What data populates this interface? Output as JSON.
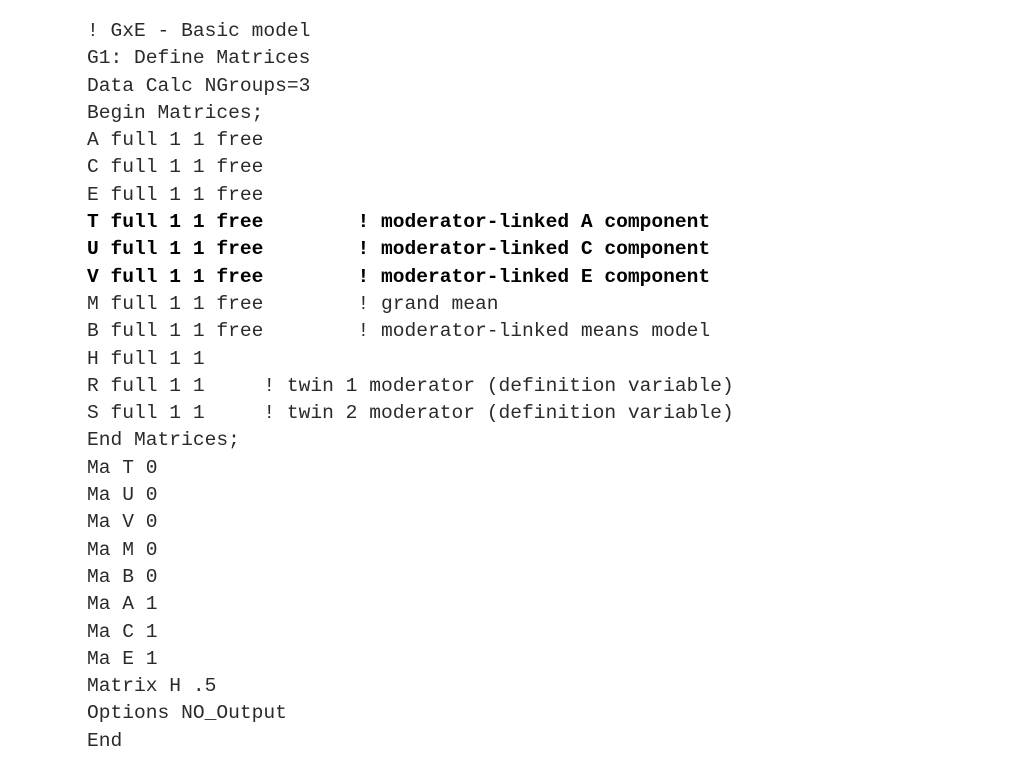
{
  "code": {
    "lines": [
      {
        "text": "! GxE - Basic model",
        "bold": false
      },
      {
        "text": "G1: Define Matrices",
        "bold": false
      },
      {
        "text": "Data Calc NGroups=3",
        "bold": false
      },
      {
        "text": "Begin Matrices;",
        "bold": false
      },
      {
        "text": "A full 1 1 free",
        "bold": false
      },
      {
        "text": "C full 1 1 free",
        "bold": false
      },
      {
        "text": "E full 1 1 free",
        "bold": false
      },
      {
        "text": "T full 1 1 free        ! moderator-linked A component",
        "bold": true
      },
      {
        "text": "U full 1 1 free        ! moderator-linked C component",
        "bold": true
      },
      {
        "text": "V full 1 1 free        ! moderator-linked E component",
        "bold": true
      },
      {
        "text": "M full 1 1 free        ! grand mean",
        "bold": false
      },
      {
        "text": "B full 1 1 free        ! moderator-linked means model",
        "bold": false
      },
      {
        "text": "H full 1 1",
        "bold": false
      },
      {
        "text": "R full 1 1     ! twin 1 moderator (definition variable)",
        "bold": false
      },
      {
        "text": "S full 1 1     ! twin 2 moderator (definition variable)",
        "bold": false
      },
      {
        "text": "End Matrices;",
        "bold": false
      },
      {
        "text": "Ma T 0",
        "bold": false
      },
      {
        "text": "Ma U 0",
        "bold": false
      },
      {
        "text": "Ma V 0",
        "bold": false
      },
      {
        "text": "Ma M 0",
        "bold": false
      },
      {
        "text": "Ma B 0",
        "bold": false
      },
      {
        "text": "Ma A 1",
        "bold": false
      },
      {
        "text": "Ma C 1",
        "bold": false
      },
      {
        "text": "Ma E 1",
        "bold": false
      },
      {
        "text": "Matrix H .5",
        "bold": false
      },
      {
        "text": "Options NO_Output",
        "bold": false
      },
      {
        "text": "End",
        "bold": false
      }
    ]
  }
}
